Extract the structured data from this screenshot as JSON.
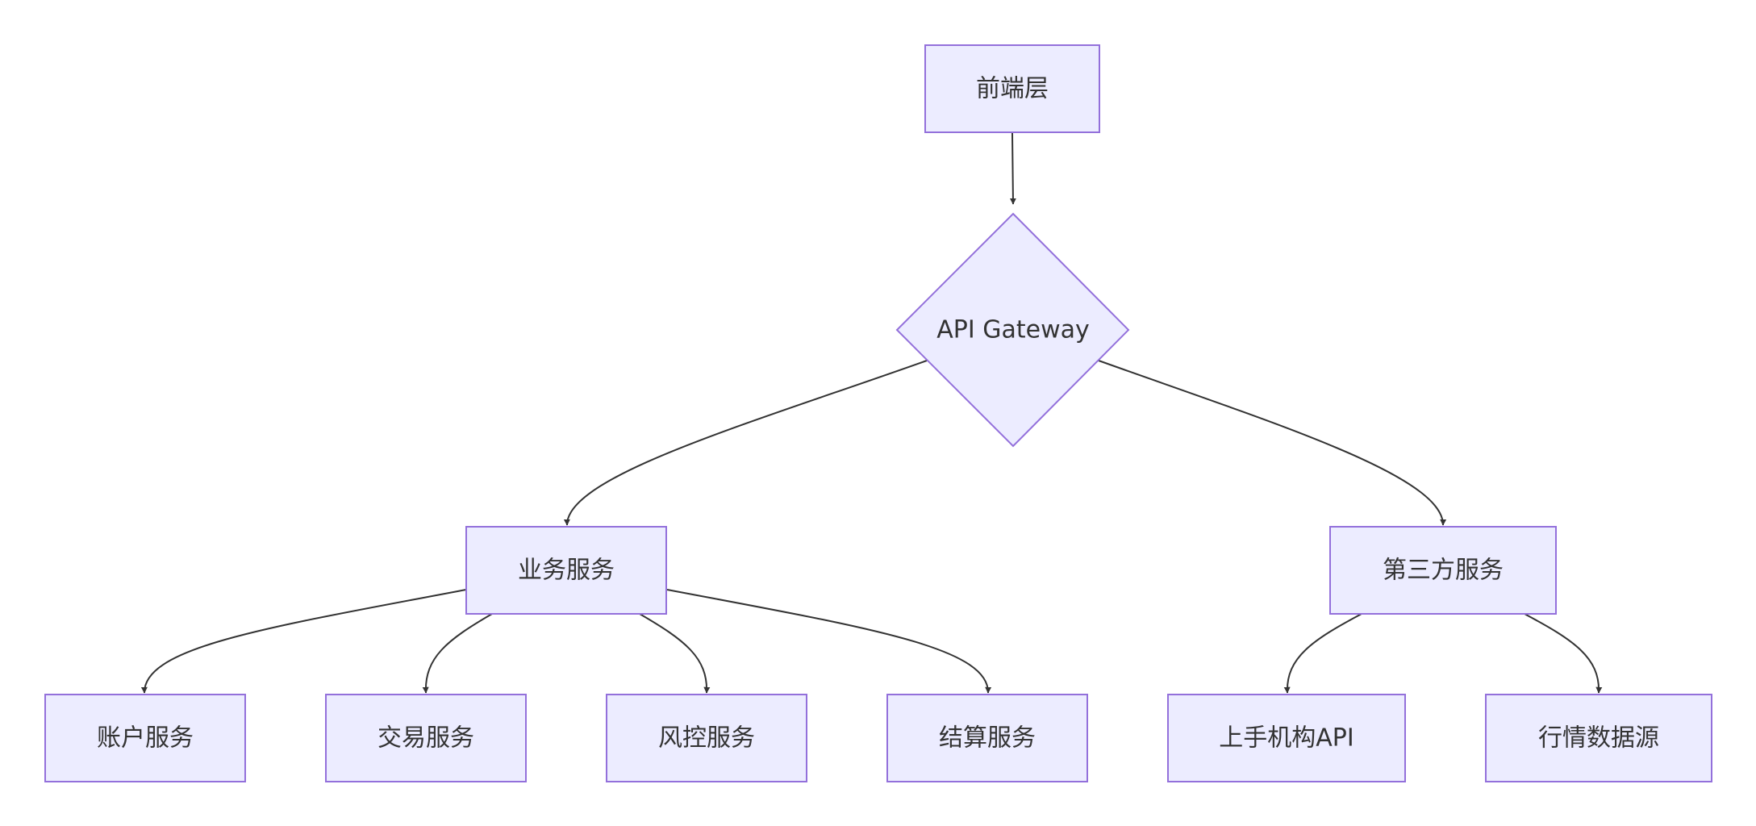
{
  "diagram": {
    "type": "flowchart-top-down",
    "colors": {
      "node_fill": "#ECECFF",
      "node_stroke": "#9370DB",
      "edge": "#333333",
      "text": "#333333",
      "background": "#FFFFFF"
    },
    "nodes": {
      "frontend": {
        "label": "前端层",
        "shape": "rectangle"
      },
      "gateway": {
        "label": "API Gateway",
        "shape": "diamond"
      },
      "business": {
        "label": "业务服务",
        "shape": "rectangle"
      },
      "third_party": {
        "label": "第三方服务",
        "shape": "rectangle"
      },
      "account": {
        "label": "账户服务",
        "shape": "rectangle"
      },
      "trade": {
        "label": "交易服务",
        "shape": "rectangle"
      },
      "risk": {
        "label": "风控服务",
        "shape": "rectangle"
      },
      "settlement": {
        "label": "结算服务",
        "shape": "rectangle"
      },
      "upstream_api": {
        "label": "上手机构API",
        "shape": "rectangle"
      },
      "market_data": {
        "label": "行情数据源",
        "shape": "rectangle"
      }
    },
    "edges": [
      {
        "from": "frontend",
        "to": "gateway"
      },
      {
        "from": "gateway",
        "to": "business"
      },
      {
        "from": "gateway",
        "to": "third_party"
      },
      {
        "from": "business",
        "to": "account"
      },
      {
        "from": "business",
        "to": "trade"
      },
      {
        "from": "business",
        "to": "risk"
      },
      {
        "from": "business",
        "to": "settlement"
      },
      {
        "from": "third_party",
        "to": "upstream_api"
      },
      {
        "from": "third_party",
        "to": "market_data"
      }
    ]
  }
}
